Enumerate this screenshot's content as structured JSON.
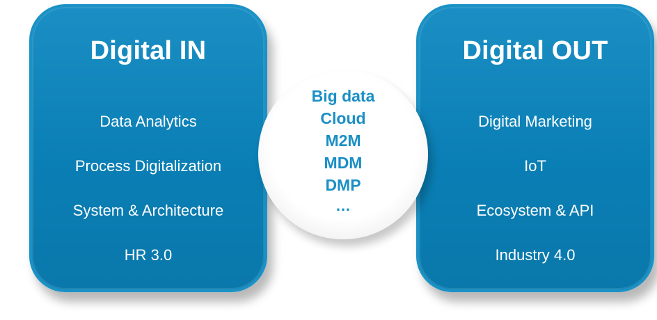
{
  "left_panel": {
    "title": "Digital IN",
    "items": [
      "Data Analytics",
      "Process Digitalization",
      "System & Architecture",
      "HR 3.0"
    ]
  },
  "center": {
    "items": [
      "Big data",
      "Cloud",
      "M2M",
      "MDM",
      "DMP",
      "…"
    ]
  },
  "right_panel": {
    "title": "Digital OUT",
    "items": [
      "Digital Marketing",
      "IoT",
      "Ecosystem & API",
      "Industry 4.0"
    ]
  },
  "colors": {
    "panel_fill": "#0a7fb5",
    "panel_border": "#1a92c6",
    "center_text": "#1a8fc6",
    "panel_text": "#ffffff"
  }
}
